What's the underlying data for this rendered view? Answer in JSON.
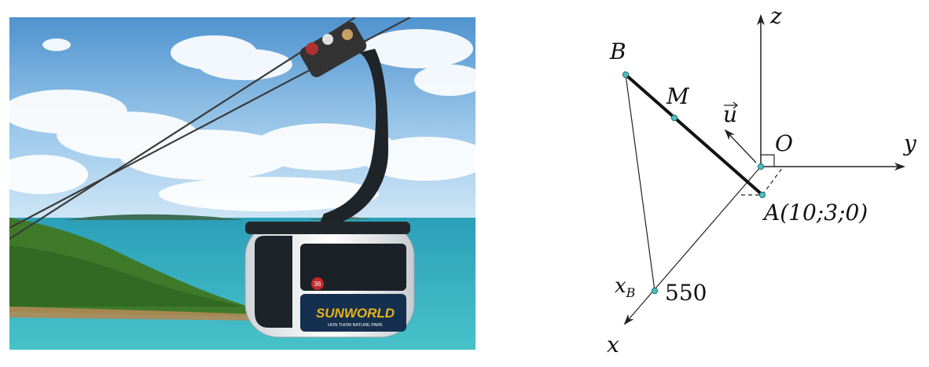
{
  "photo": {
    "cabin_brand": "SUNWORLD",
    "cabin_tagline": "HON THOM NATURE PARK",
    "cabin_number": "36"
  },
  "diagram": {
    "labels": {
      "z": "z",
      "y": "y",
      "x": "x",
      "O": "O",
      "B": "B",
      "M": "M",
      "u": "u",
      "A": "A(10;3;0)",
      "xB": "x",
      "xB_sub": "B",
      "x_value": "550"
    }
  }
}
